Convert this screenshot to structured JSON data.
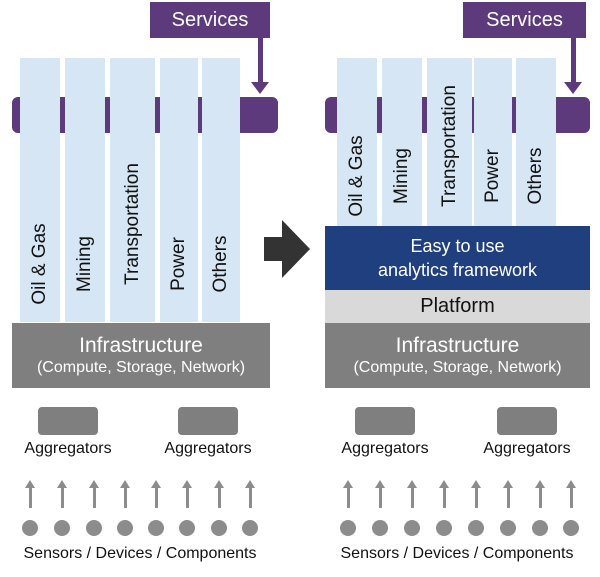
{
  "services_label": "Services",
  "verticals": [
    "Oil & Gas",
    "Mining",
    "Transportation",
    "Power",
    "Others"
  ],
  "infrastructure": {
    "title": "Infrastructure",
    "subtitle": "(Compute, Storage, Network)"
  },
  "aggregators_label": "Aggregators",
  "sensors_label": "Sensors / Devices / Components",
  "right": {
    "analytics_line1": "Easy to use",
    "analytics_line2": "analytics framework",
    "platform_label": "Platform"
  },
  "colors": {
    "purple": "#5c3a7c",
    "light_blue": "#d7e6f4",
    "gray": "#7f7f7f",
    "navy": "#203f7f",
    "light_gray": "#d9d9d9",
    "arrow_gray": "#8c8c8c",
    "transition_arrow": "#333333"
  },
  "icons": {
    "transition": "right-arrow-icon",
    "flow": "up-arrow-icon"
  }
}
